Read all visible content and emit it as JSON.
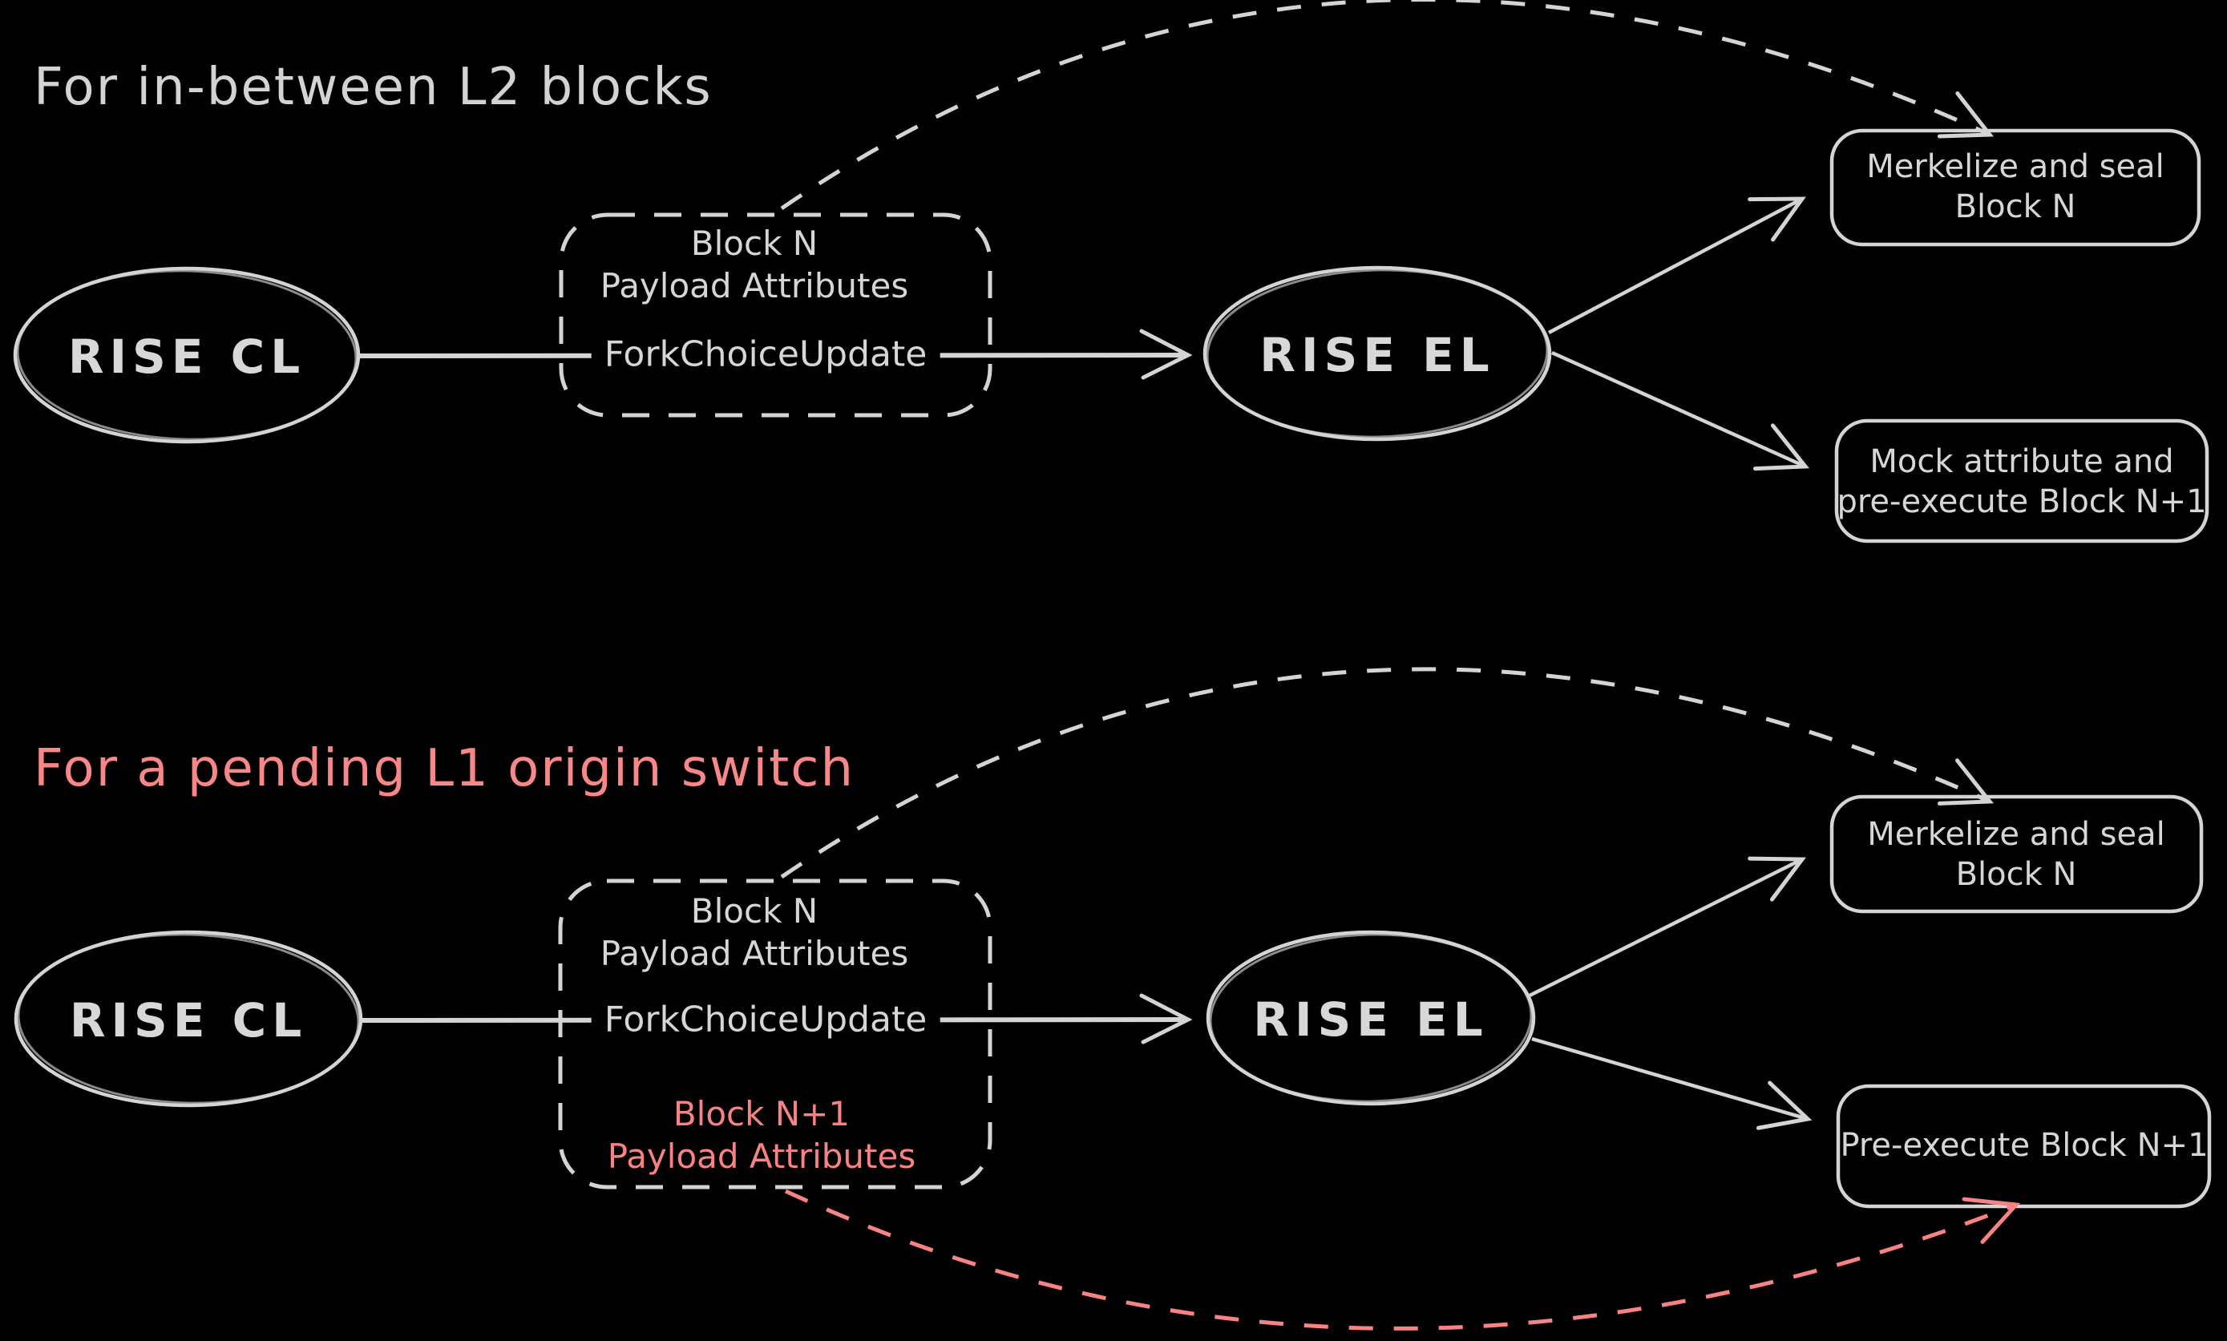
{
  "colors": {
    "background": "#000000",
    "stroke": "#d4d4d4",
    "text": "#d6d6d6",
    "accent_red": "#f98383"
  },
  "sections": {
    "top": {
      "title": "For in-between L2 blocks",
      "cl_label": "RISE CL",
      "el_label": "RISE EL",
      "payload_box": {
        "line1": "Block N",
        "line2": "Payload Attributes"
      },
      "arrow_label": "ForkChoiceUpdate",
      "box_merkelize": {
        "line1": "Merkelize and seal",
        "line2": "Block N"
      },
      "box_mock": {
        "line1": "Mock attribute and",
        "line2": "pre-execute Block N+1"
      }
    },
    "bottom": {
      "title": "For a pending L1 origin switch",
      "cl_label": "RISE CL",
      "el_label": "RISE EL",
      "payload_box": {
        "line1": "Block N",
        "line2": "Payload Attributes",
        "line3": "Block N+1",
        "line4": "Payload Attributes"
      },
      "arrow_label": "ForkChoiceUpdate",
      "box_merkelize": {
        "line1": "Merkelize and seal",
        "line2": "Block N"
      },
      "box_preexecute": {
        "line1": "Pre-execute Block N+1"
      }
    }
  }
}
